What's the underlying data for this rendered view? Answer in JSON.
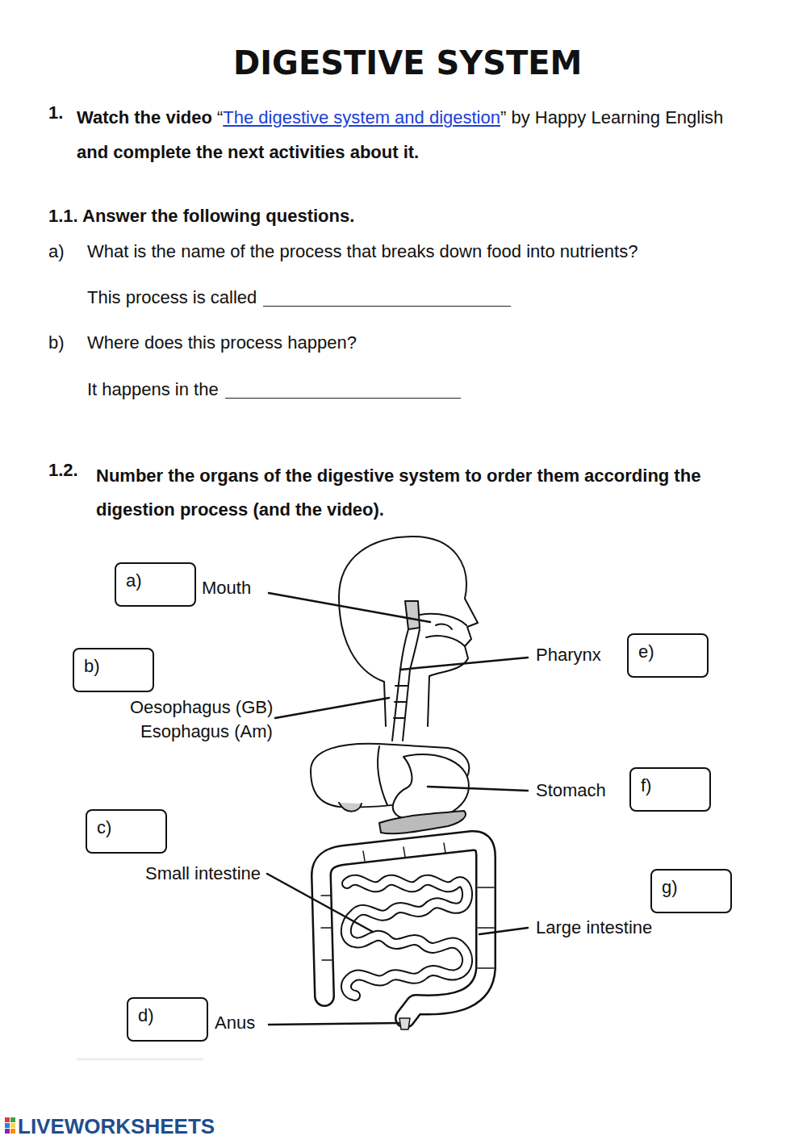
{
  "diagram": {
    "title": "DIGESTIVE SYSTEM",
    "nodes": [
      {
        "text": [
          "a)"
        ]
      },
      {
        "text": [
          "b)"
        ]
      },
      {
        "text": [
          "c)"
        ]
      },
      {
        "text": [
          "d)"
        ]
      },
      {
        "text": [
          "e)"
        ]
      },
      {
        "text": [
          "f)"
        ]
      },
      {
        "text": [
          "g)"
        ]
      }
    ],
    "labels": [
      "1.",
      "Watch the video",
      "“",
      "The digestive system and digestion",
      "” by Happy Learning English",
      "and complete the next activities about it.",
      "1.1. Answer the following questions.",
      "a)",
      "What is the name of the process that breaks down food into nutrients?",
      "This process is called",
      "b)",
      "Where does this process happen?",
      "It happens in the",
      "1.2.",
      "Number the organs of the digestive system to order them according the digestion process (and the video).",
      "Mouth",
      "Pharynx",
      "Oesophagus (GB)",
      "Esophagus (Am)",
      "Stomach",
      "Small intestine",
      "Large intestine",
      "Anus",
      "LIVEWORKSHEETS"
    ]
  }
}
